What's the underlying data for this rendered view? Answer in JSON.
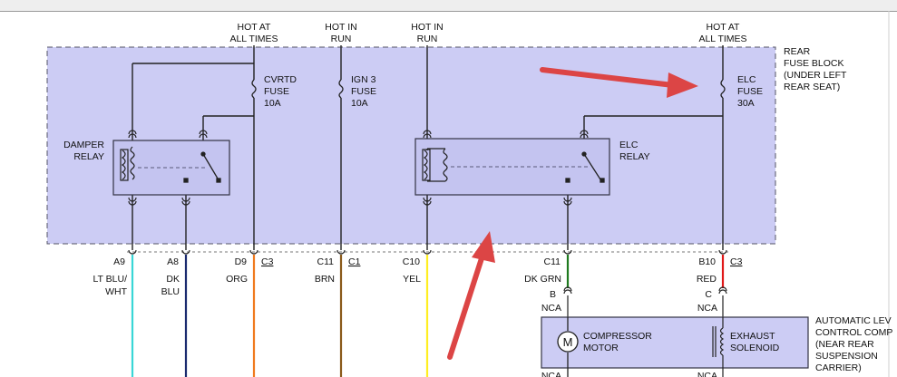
{
  "colors": {
    "block_fill": "#ccccf4",
    "relay_fill": "#c4c4f0",
    "wire_black": "#222222",
    "wire_lt_blu": "#39d6d6",
    "wire_dk_blu": "#1a2a6e",
    "wire_org": "#f07a1e",
    "wire_brn": "#8a5a1a",
    "wire_yel": "#ffee22",
    "wire_dk_grn": "#1f7a1f",
    "wire_red": "#e01818",
    "arrow": "#dc4545"
  },
  "icons": [
    "fuse-icon",
    "relay-coil-icon",
    "relay-switch-icon",
    "motor-icon",
    "solenoid-icon",
    "connector-icon",
    "annotation-arrow-icon"
  ],
  "power_sources": [
    {
      "line1": "HOT AT",
      "line2": "ALL TIMES"
    },
    {
      "line1": "HOT IN",
      "line2": "RUN"
    },
    {
      "line1": "HOT IN",
      "line2": "RUN"
    },
    {
      "line1": "HOT AT",
      "line2": "ALL TIMES"
    }
  ],
  "fuse_block": {
    "line1": "REAR",
    "line2": "FUSE BLOCK",
    "line3": "(UNDER LEFT",
    "line4": "REAR SEAT)"
  },
  "fuses": [
    {
      "line1": "CVRTD",
      "line2": "FUSE",
      "line3": "10A"
    },
    {
      "line1": "IGN 3",
      "line2": "FUSE",
      "line3": "10A"
    },
    {
      "line1": "ELC",
      "line2": "FUSE",
      "line3": "30A"
    }
  ],
  "relays": [
    {
      "line1": "DAMPER",
      "line2": "RELAY"
    },
    {
      "line1": "ELC",
      "line2": "RELAY"
    }
  ],
  "pins": [
    {
      "id": "A9",
      "conn": "",
      "color1": "LT BLU/",
      "color2": "WHT"
    },
    {
      "id": "A8",
      "conn": "",
      "color1": "DK",
      "color2": "BLU"
    },
    {
      "id": "D9",
      "conn": "C3",
      "color1": "ORG",
      "color2": ""
    },
    {
      "id": "C11",
      "conn": "C1",
      "color1": "BRN",
      "color2": ""
    },
    {
      "id": "C10",
      "conn": "",
      "color1": "YEL",
      "color2": ""
    },
    {
      "id": "C11",
      "conn": "",
      "color1": "DK GRN",
      "color2": ""
    },
    {
      "id": "B10",
      "conn": "C3",
      "color1": "RED",
      "color2": ""
    }
  ],
  "compressor": {
    "pin_b": "B",
    "pin_c": "C",
    "nca": "NCA",
    "motor_line1": "COMPRESSOR",
    "motor_line2": "MOTOR",
    "motor_symbol": "M",
    "sol_line1": "EXHAUST",
    "sol_line2": "SOLENOID",
    "title": {
      "line1": "AUTOMATIC LEV",
      "line2": "CONTROL COMP",
      "line3": "(NEAR REAR",
      "line4": "SUSPENSION",
      "line5": "CARRIER)"
    }
  }
}
